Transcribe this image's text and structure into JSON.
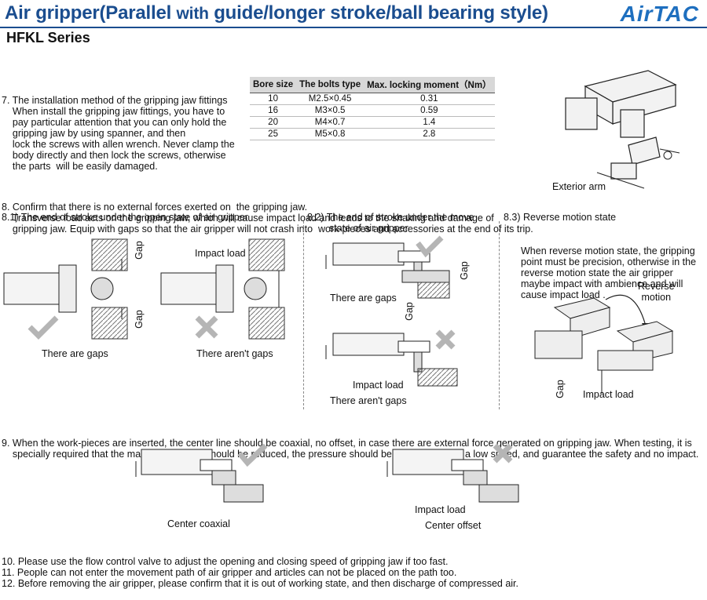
{
  "header": {
    "title": "Air gripper(Parallel ",
    "title_with": "with",
    "title_rest": " guide/longer stroke/ball bearing style)",
    "brand": "AirTAC",
    "series": "HFKL Series"
  },
  "sec7": {
    "lines": [
      "7. The installation method of the gripping jaw fittings",
      "    When install the gripping jaw fittings, you have to",
      "    pay particular attention that you can only hold the",
      "    gripping jaw by using spanner, and then",
      "    lock the screws with allen wrench. Never clamp the",
      "    body directly and then lock the screws, otherwise",
      "    the parts  will be easily damaged."
    ],
    "table": {
      "headers": [
        "Bore size",
        "The bolts type",
        "Max. locking moment（Nm）"
      ],
      "rows": [
        [
          "10",
          "M2.5×0.45",
          "0.31"
        ],
        [
          "16",
          "M3×0.5",
          "0.59"
        ],
        [
          "20",
          "M4×0.7",
          "1.4"
        ],
        [
          "25",
          "M5×0.8",
          "2.8"
        ]
      ]
    },
    "exterior_arm": "Exterior arm"
  },
  "sec8": {
    "lines": [
      "8. Confirm that there is no external forces exerted on  the gripping jaw.",
      "    Transverse load acts on the gripping jaw, which will cause impact load and leads to the shaking and damage of",
      "    gripping jaw. Equip with gaps so that the air gripper will not crash into  work-pieces and accessories at the end of its trip."
    ],
    "s1_title": "8.1) The end of stroke under the open state of air gripper",
    "s2_title_1": "8.2) The end of stroke under the move",
    "s2_title_2": "state of air gripper",
    "s3_title": "8.3) Reverse motion state",
    "s3_lines": [
      "When reverse motion state, the gripping",
      "point must be precision, otherwise in the",
      "reverse motion state the air gripper",
      "maybe impact with ambience and will",
      "cause impact load ."
    ],
    "gap": "Gap",
    "impact_load": "Impact load",
    "there_are_gaps": "There are gaps",
    "there_arent_gaps": "There aren't gaps",
    "reverse_1": "Reverse",
    "reverse_2": "motion"
  },
  "sec9": {
    "lines": [
      "9. When the work-pieces are inserted, the center line should be coaxial, no offset, in case there are external force generated on gripping jaw. When testing, it is",
      "    specially required that the manual operation should be reduced, the pressure should be used to run it at a low speed, and guarantee the safety and no impact."
    ],
    "center_coaxial": "Center coaxial",
    "center_offset": "Center offset",
    "impact_load": "Impact load"
  },
  "footer": {
    "lines": [
      "10. Please use the flow control valve to adjust the opening and closing speed of gripping jaw if too fast.",
      "11. People can not enter the movement path of air gripper and articles can not be placed on the path too.",
      "12. Before removing the air gripper, please confirm that it is out of working state, and then discharge of compressed air."
    ]
  },
  "colors": {
    "title": "#1a4d8f",
    "brand": "#1e6fbf",
    "check": "#b5b5b5",
    "hatch": "#777777"
  }
}
